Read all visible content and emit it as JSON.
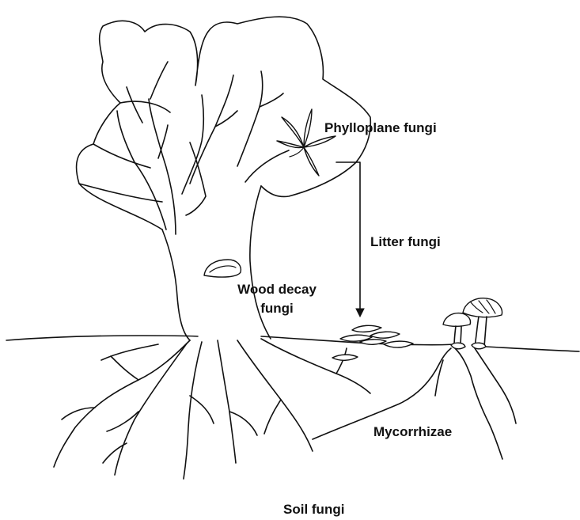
{
  "labels": {
    "phylloplane": "Phylloplane fungi",
    "litter": "Litter fungi",
    "wood_decay_line1": "Wood decay",
    "wood_decay_line2": "fungi",
    "mycorrhizae": "Mycorrhizae",
    "soil": "Soil fungi"
  },
  "colors": {
    "ink": "#111111",
    "background": "#ffffff"
  }
}
